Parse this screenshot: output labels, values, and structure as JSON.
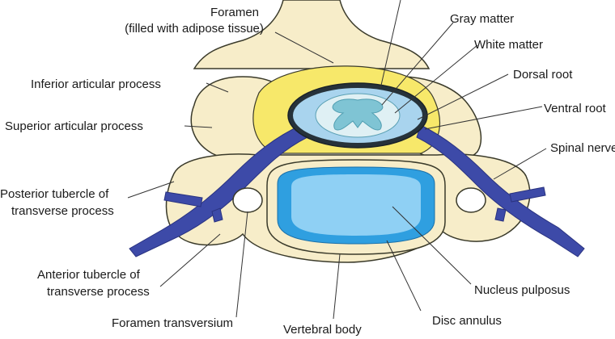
{
  "labels": {
    "foramen_line1": "Foramen",
    "foramen_line2": "(filled with adipose tissue)",
    "gray_matter": "Gray matter",
    "white_matter": "White matter",
    "dorsal_root": "Dorsal root",
    "ventral_root": "Ventral root",
    "spinal_nerve": "Spinal nerve",
    "inferior_articular_process": "Inferior articular process",
    "superior_articular_process": "Superior articular process",
    "posterior_tubercle_line1": "Posterior tubercle of",
    "posterior_tubercle_line2": "transverse process",
    "anterior_tubercle_line1": "Anterior tubercle of",
    "anterior_tubercle_line2": "transverse process",
    "foramen_transversium": "Foramen transversium",
    "vertebral_body": "Vertebral body",
    "disc_annulus": "Disc annulus",
    "nucleus_pulposus": "Nucleus pulposus"
  },
  "colors": {
    "bone": "#f7edc9",
    "bone_outline": "#3a3a2a",
    "adipose": "#f7e86a",
    "nerve": "#3d4aa8",
    "nerve_dark": "#2a3380",
    "csf": "#a9d4ee",
    "cord_white": "#dff0f4",
    "cord_gray": "#7fc4d4",
    "dura": "#26323a",
    "disc_annulus": "#2f9fe0",
    "nucleus": "#8fd0f4"
  }
}
